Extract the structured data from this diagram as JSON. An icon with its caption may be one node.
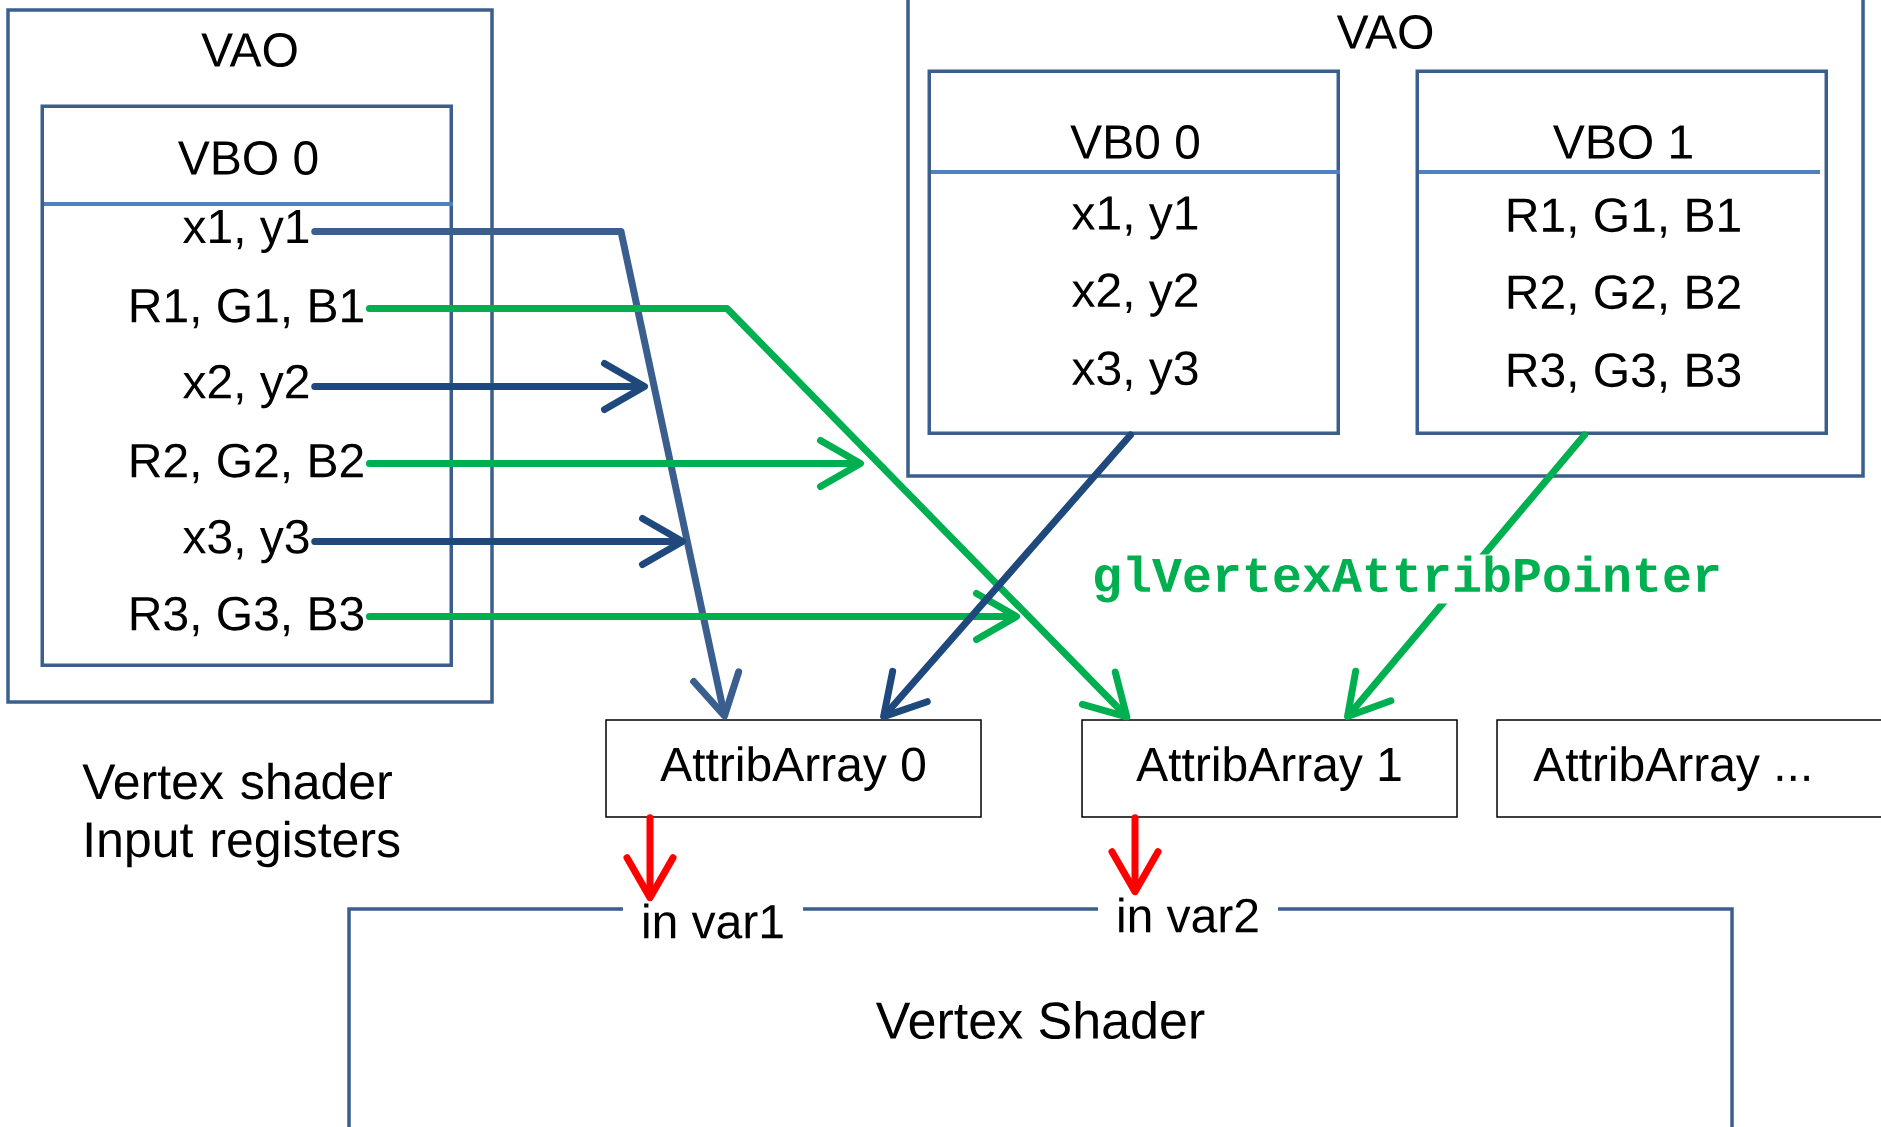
{
  "diagram": {
    "nodes": [
      {
        "text": [
          "VAO"
        ]
      },
      {
        "text": [
          "VBO 0"
        ],
        "in": 0
      },
      {
        "text": [
          "x1, y1"
        ],
        "in": 1
      },
      {
        "text": [
          "R1, G1, B1"
        ],
        "in": 1
      },
      {
        "text": [
          "x2, y2"
        ],
        "in": 1
      },
      {
        "text": [
          "R2, G2, B2"
        ],
        "in": 1
      },
      {
        "text": [
          "x3, y3"
        ],
        "in": 1
      },
      {
        "text": [
          "R3, G3, B3"
        ],
        "in": 1
      },
      {
        "text": [
          "VAO"
        ]
      },
      {
        "text": [
          "VB0 0",
          "x1, y1",
          "x2, y2",
          "x3, y3"
        ],
        "in": 8
      },
      {
        "text": [
          "VBO 1",
          "R1, G1, B1",
          "R2, G2, B2",
          "R3, G3, B3"
        ],
        "in": 8
      },
      {
        "text": [
          "AttribArray 0"
        ]
      },
      {
        "text": [
          "AttribArray 1"
        ]
      },
      {
        "text": [
          "AttribArray ..."
        ]
      },
      {
        "text": [
          "Vertex Shader"
        ]
      },
      {
        "text": [
          "in var1"
        ]
      },
      {
        "text": [
          "in var2"
        ]
      }
    ],
    "edges": [
      {
        "from": 2,
        "to": 11,
        "arrow": "to",
        "color": "#3a5f8f"
      },
      {
        "from": 4,
        "to": null,
        "arrow": "to",
        "color": "#1f497d"
      },
      {
        "from": 3,
        "to": 12,
        "arrow": "to"
      },
      {
        "from": 5,
        "to": null,
        "arrow": "to"
      },
      {
        "from": 6,
        "to": null,
        "arrow": "to",
        "color": "#1f497d"
      },
      {
        "from": 7,
        "to": null,
        "arrow": "to"
      },
      {
        "from": 9,
        "to": 11,
        "arrow": "to",
        "color": "#1f497d"
      },
      {
        "from": 10,
        "to": 12,
        "arrow": "to"
      },
      {
        "from": 11,
        "to": 15,
        "arrow": "to",
        "color": "#ff0000"
      },
      {
        "from": 12,
        "to": 16,
        "arrow": "to",
        "color": "#ff0000"
      }
    ],
    "labels": [
      "Vertex shader Input registers",
      "glVertexAttribPointer"
    ]
  }
}
